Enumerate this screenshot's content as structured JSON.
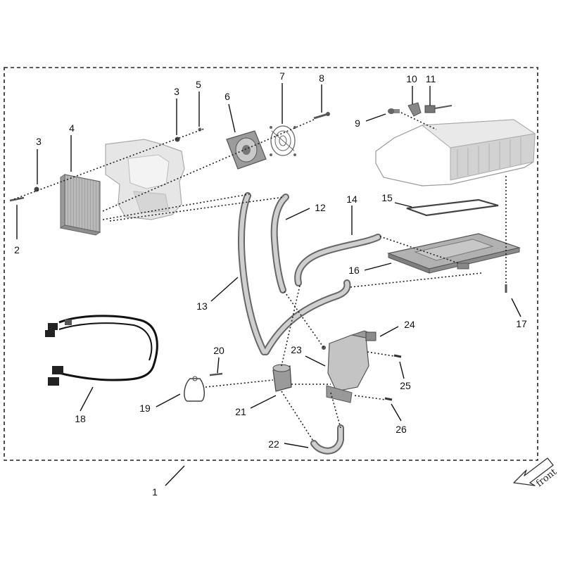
{
  "diagram": {
    "callouts": [
      {
        "id": "c1",
        "text": "1"
      },
      {
        "id": "c2",
        "text": "2"
      },
      {
        "id": "c3a",
        "text": "3"
      },
      {
        "id": "c3b",
        "text": "3"
      },
      {
        "id": "c4",
        "text": "4"
      },
      {
        "id": "c5",
        "text": "5"
      },
      {
        "id": "c6",
        "text": "6"
      },
      {
        "id": "c7",
        "text": "7"
      },
      {
        "id": "c8",
        "text": "8"
      },
      {
        "id": "c9",
        "text": "9"
      },
      {
        "id": "c10",
        "text": "10"
      },
      {
        "id": "c11",
        "text": "11"
      },
      {
        "id": "c12",
        "text": "12"
      },
      {
        "id": "c13",
        "text": "13"
      },
      {
        "id": "c14",
        "text": "14"
      },
      {
        "id": "c15",
        "text": "15"
      },
      {
        "id": "c16",
        "text": "16"
      },
      {
        "id": "c17",
        "text": "17"
      },
      {
        "id": "c18",
        "text": "18"
      },
      {
        "id": "c19",
        "text": "19"
      },
      {
        "id": "c20",
        "text": "20"
      },
      {
        "id": "c21",
        "text": "21"
      },
      {
        "id": "c22",
        "text": "22"
      },
      {
        "id": "c23",
        "text": "23"
      },
      {
        "id": "c24",
        "text": "24"
      },
      {
        "id": "c25",
        "text": "25"
      },
      {
        "id": "c26",
        "text": "26"
      }
    ],
    "direction_label": "front"
  }
}
